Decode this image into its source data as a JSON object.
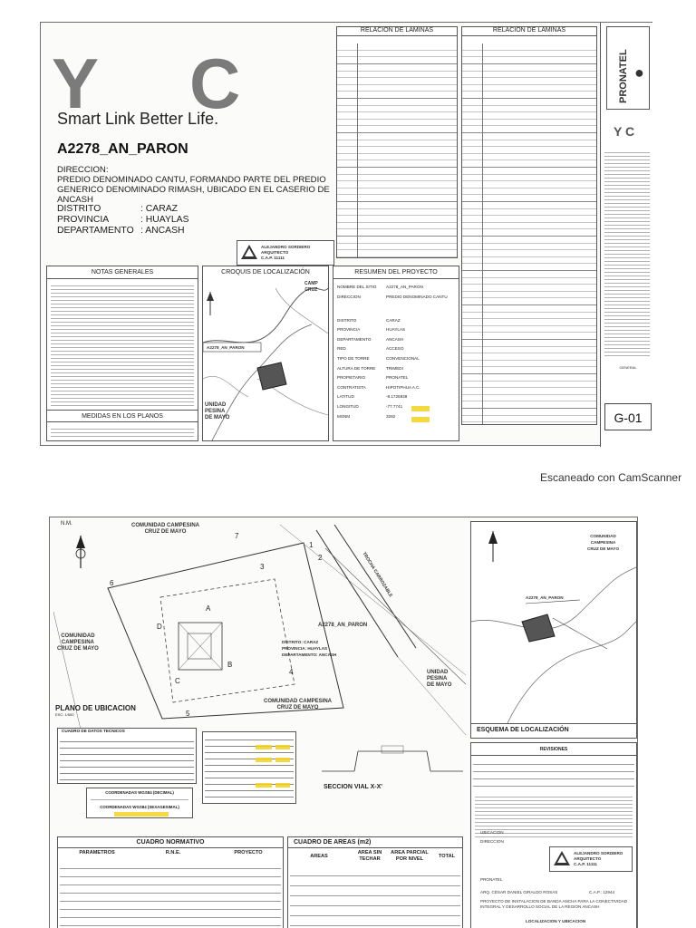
{
  "top_sheet": {
    "logo_letters": [
      "Y",
      "C"
    ],
    "tagline": "Smart Link Better Life.",
    "project_code": "A2278_AN_PARON",
    "direccion_label": "DIRECCION:",
    "direccion_text": "PREDIO DENOMINADO CANTU, FORMANDO PARTE DEL PREDIO GENERICO DENOMINADO RIMASH, UBICADO EN EL CASERIO DE ANCASH",
    "fields": [
      {
        "label": "DISTRITO",
        "value": ": CARAZ"
      },
      {
        "label": "PROVINCIA",
        "value": ": HUAYLAS"
      },
      {
        "label": "DEPARTAMENTO",
        "value": ": ANCASH"
      }
    ],
    "stamp_text": [
      "ALEJANDRO SORDIERO",
      "ARQUITECTO",
      "C.A.P. 11111"
    ],
    "relacion_1": "RELACION DE LAMINAS",
    "relacion_2": "RELACION DE LAMINAS",
    "notas_generales": "NOTAS GENERALES",
    "croquis": "CROQUIS DE LOCALIZACIÓN",
    "resumen": "RESUMEN DEL PROYECTO",
    "medidas": "MEDIDAS EN LOS PLANOS",
    "croquis_site": "A2278_AN_PARON",
    "croquis_labels": [
      "UNIDAD",
      "PESINA",
      "DE MAYO",
      "CAMP",
      "CRUZ"
    ],
    "resumen_rows": [
      {
        "k": "NOMBRE DEL SITIO",
        "v": "A2278_AN_PARON"
      },
      {
        "k": "DIRECCION",
        "v": "PREDIO DENOMINADO CANTU"
      },
      {
        "k": "DISTRITO",
        "v": "CARAZ"
      },
      {
        "k": "PROVINCIA",
        "v": "HUAYLAS"
      },
      {
        "k": "DEPARTAMENTO",
        "v": "ANCASH"
      },
      {
        "k": "RED",
        "v": "ACCESO"
      },
      {
        "k": "TIPO DE TORRE",
        "v": "CONVENCIONAL"
      },
      {
        "k": "ALTURA DE TORRE",
        "v": "TRIMEDI"
      },
      {
        "k": "PROPIETARIO",
        "v": "PRONATEL"
      },
      {
        "k": "CONTRATISTA",
        "v": "HIPOTIPHUA A.C."
      },
      {
        "k": "LATITUD",
        "v": "-9.1726938"
      },
      {
        "k": "LONGITUD",
        "v": "-77.7741"
      },
      {
        "k": "MSNM",
        "v": "3282"
      }
    ],
    "pronatel": "PRONATEL",
    "small_logo": "Y C",
    "sheet_number": "G-01",
    "sheet_title": "GENERAL"
  },
  "watermark": "Escaneado con CamScanner",
  "bottom_sheet": {
    "north_label": "N.M.",
    "labels": [
      {
        "text": "COMUNIDAD CAMPESINA\nCRUZ DE MAYO"
      },
      {
        "text": "COMUNIDAD\nCAMPESINA\nCRUZ DE MAYO"
      },
      {
        "text": "COMUNIDAD CAMPESINA\nCRUZ DE MAYO"
      },
      {
        "text": "COMUNIDAD\nCAMPESINA\nCRUZ DE MAYO"
      },
      {
        "text": "UNIDAD\nPESINA\nDE MAYO"
      }
    ],
    "site_label": "A2278_AN_PARON",
    "site_district": [
      "DISTRITO: CARAZ",
      "PROVINCIA: HUAYLAS",
      "DEPARTAMENTO: ANCASH"
    ],
    "road_label": "TROCHA CARROZABLE",
    "vertices": [
      "1",
      "2",
      "3",
      "4",
      "5",
      "6",
      "7"
    ],
    "corner_letters": [
      "A",
      "B",
      "C",
      "D"
    ],
    "plano_ubicacion": "PLANO DE UBICACION",
    "plano_ubicacion_esc": "ESC: 1/500",
    "cuadro_datos": "CUADRO DE DATOS TECNICOS",
    "coordenadas_1": "COORDENADAS WGS84 (DECIMAL)",
    "coordenadas_2": "COORDENADAS WGS84 (SEXAGESIMAL)",
    "seccion_vial": "SECCION VIAL X-X'",
    "cuadro_normativo": "CUADRO NORMATIVO",
    "cuadro_areas": "CUADRO DE AREAS (m2)",
    "normativo_cols": [
      "PARAMETROS",
      "R.N.E.",
      "PROYECTO"
    ],
    "areas_cols": [
      "AREAS",
      "AREA SIN TECHAR",
      "AREA PARCIAL POR NIVEL",
      "TOTAL"
    ],
    "esquema": "ESQUEMA DE LOCALIZACIÓN",
    "revisiones": "REVISIONES",
    "esquema_site": "A2278_AN_PARON",
    "stamp_text": [
      "ALEJANDRO SORDIERO",
      "ARQUITECTO",
      "C.A.P. 11111"
    ],
    "propietario": "PRONATEL",
    "profesional": "ARQ. CÉSAR DANIEL GIRALDO ROSAS",
    "cap": "C.A.P.: 12944",
    "proyecto_text": "PROYECTO DE INSTALACION DE BANDA ANCHA PARA LA CONECTIVIDAD INTEGRAL Y DESARROLLO SOCIAL DE LA REGION ANCASH",
    "plano_label": "LOCALIZACION Y UBICACION",
    "ubicacion_lbl": "UBICACION",
    "direccion_lbl": "DIRECCION"
  }
}
